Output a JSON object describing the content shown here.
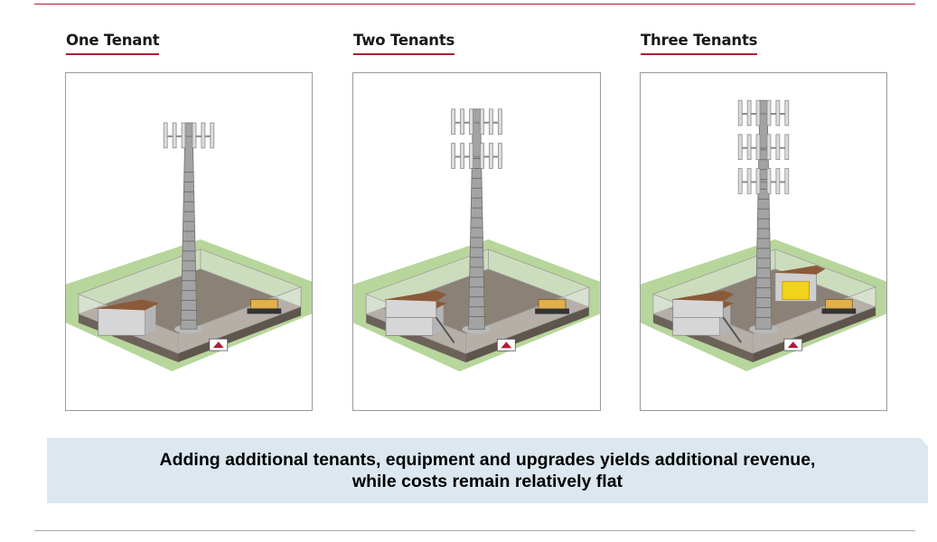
{
  "panels": [
    {
      "title": "One Tenant",
      "tenants": 1,
      "illustration_icon": "cell-tower-site-illustration"
    },
    {
      "title": "Two Tenants",
      "tenants": 2,
      "illustration_icon": "cell-tower-site-illustration"
    },
    {
      "title": "Three Tenants",
      "tenants": 3,
      "illustration_icon": "cell-tower-site-illustration"
    }
  ],
  "caption": {
    "line1": "Adding additional tenants, equipment and upgrades yields additional revenue,",
    "line2": "while costs remain relatively flat"
  },
  "colors": {
    "accent_rule": "#b31b34",
    "caption_band": "#dce7ef",
    "grass": "#b7d69b",
    "gravel": "#8c8176",
    "shelter_roof": "#8a5a3a",
    "generator": "#e2b04a",
    "equipment_yellow": "#f2d21a"
  }
}
